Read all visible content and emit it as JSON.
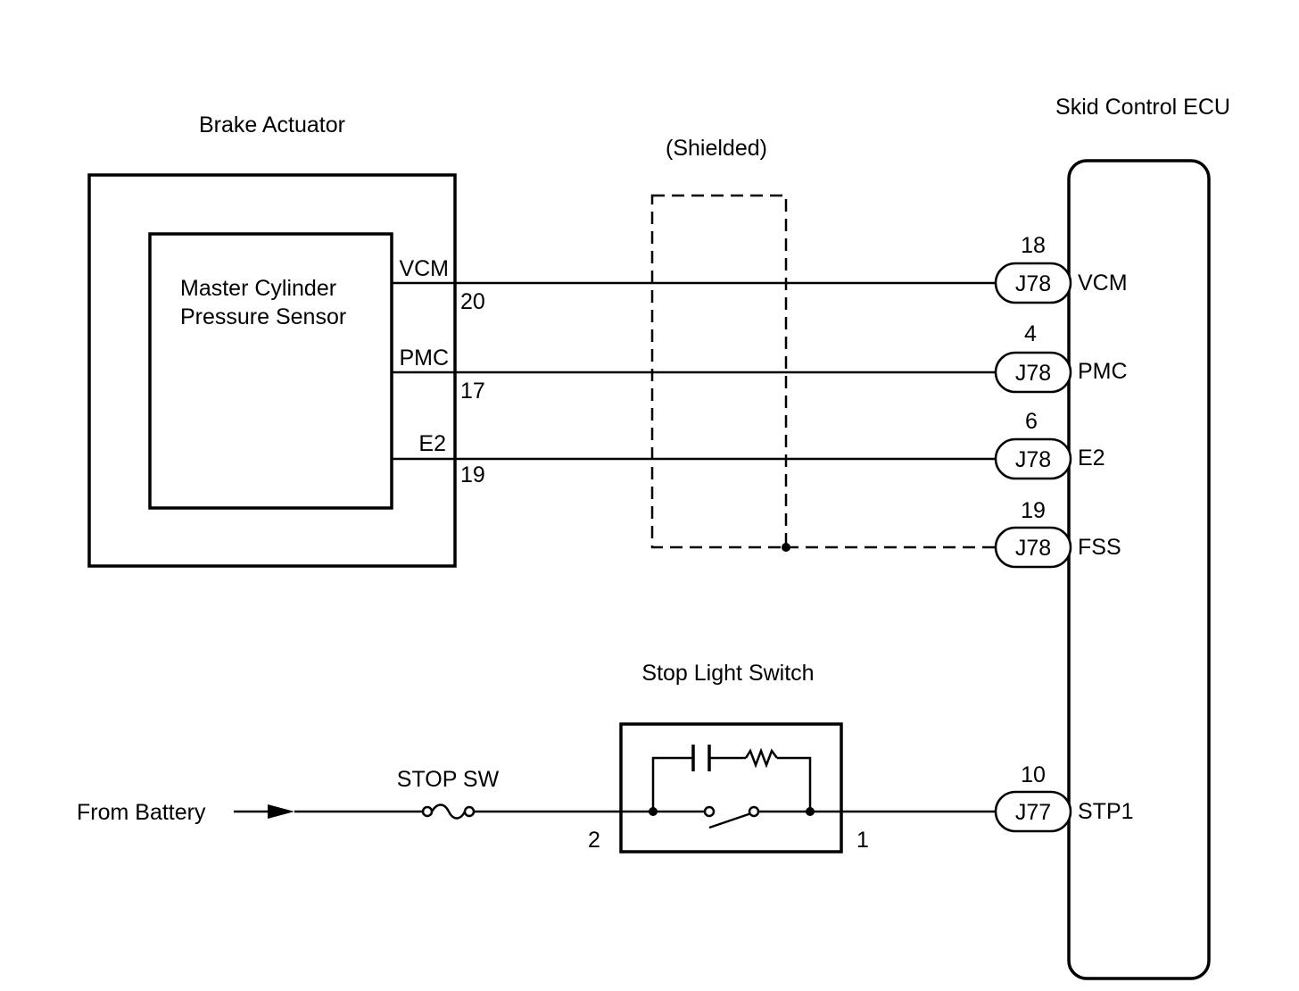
{
  "brake_actuator": {
    "title": "Brake Actuator",
    "sensor_line1": "Master Cylinder",
    "sensor_line2": "Pressure Sensor",
    "terminals": [
      {
        "name": "VCM",
        "pin": "20"
      },
      {
        "name": "PMC",
        "pin": "17"
      },
      {
        "name": "E2",
        "pin": "19"
      }
    ]
  },
  "shield": {
    "label": "(Shielded)"
  },
  "ecu": {
    "title": "Skid Control ECU",
    "terminals": [
      {
        "pin": "18",
        "connector": "J78",
        "name": "VCM"
      },
      {
        "pin": "4",
        "connector": "J78",
        "name": "PMC"
      },
      {
        "pin": "6",
        "connector": "J78",
        "name": "E2"
      },
      {
        "pin": "19",
        "connector": "J78",
        "name": "FSS"
      },
      {
        "pin": "10",
        "connector": "J77",
        "name": "STP1"
      }
    ]
  },
  "stop_circuit": {
    "source_label": "From Battery",
    "fuse_label": "STOP SW",
    "switch_title": "Stop Light Switch",
    "switch_pin_in": "2",
    "switch_pin_out": "1"
  }
}
